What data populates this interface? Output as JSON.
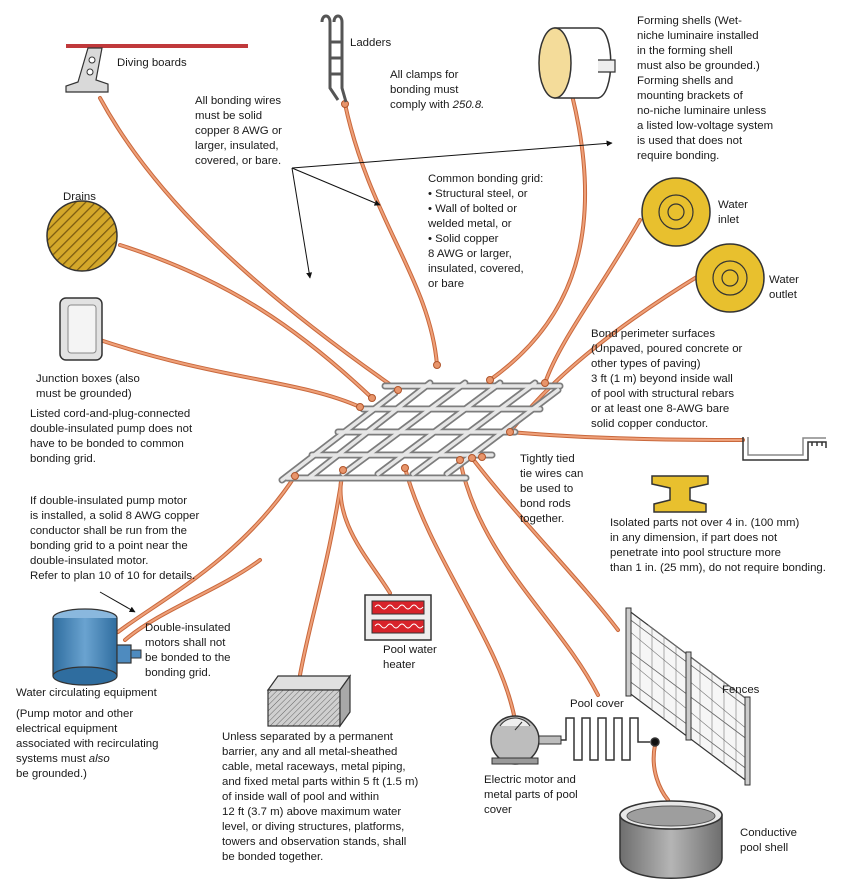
{
  "colors": {
    "wire": "#e8956b",
    "wire_stroke": "#c9683c",
    "grid_rod": "#c8c8c8",
    "diving_board": "#c0393b",
    "brass": "#e8c02e",
    "pump_blue": "#4e8bbf",
    "heater_red": "#d8232a",
    "shell_gray": "#8a8a8a"
  },
  "labels": {
    "diving_boards": "Diving boards",
    "ladders": "Ladders",
    "clamps_line1": "All clamps for\nbonding must\ncomply with ",
    "clamps_ref": "250.8.",
    "bonding_wires": "All bonding wires\nmust be solid\ncopper 8 AWG or\nlarger, insulated,\ncovered, or bare.",
    "forming_shells": "Forming shells (Wet-\nniche luminaire installed\nin the forming shell\nmust also be grounded.)\nForming shells and\nmounting brackets of\nno-niche luminaire unless\na listed low-voltage system\nis used that does not\nrequire bonding.",
    "drains": "Drains",
    "common_grid": "Common bonding grid:\n• Structural steel, or\n• Wall of bolted or\n  welded metal, or\n• Solid copper\n  8 AWG or larger,\n  insulated, covered,\n  or bare",
    "water_inlet": "Water\ninlet",
    "water_outlet": "Water\noutlet",
    "junction_boxes": "Junction boxes (also\nmust be grounded)",
    "cord_pump": "Listed cord-and-plug-connected\ndouble-insulated pump does not\nhave to be bonded to common\nbonding grid.",
    "perimeter": "Bond perimeter surfaces\n(Unpaved, poured concrete or\nother types of paving)\n 3 ft (1 m) beyond inside wall\nof pool with structural rebars\nor at least one 8-AWG bare\nsolid copper conductor.",
    "tie_wires": "Tightly tied\ntie wires can\nbe used to\nbond rods\ntogether.",
    "double_insulated_motor": "If double-insulated pump motor\nis installed, a solid 8 AWG copper\nconductor shall be run from the\nbonding grid to a point near the\ndouble-insulated motor.\nRefer to plan 10 of 10 for details.",
    "isolated_parts": "Isolated parts not over 4 in. (100 mm)\nin any dimension, if part does not\npenetrate into pool structure more\nthan 1 in. (25 mm), do not require bonding.",
    "motors_not_bonded": "Double-insulated\nmotors shall not\nbe bonded to the\nbonding grid.",
    "heater": "Pool water\nheater",
    "fences": "Fences",
    "pool_cover": "Pool cover",
    "water_circ": "Water circulating equipment",
    "pump_note_a": "(Pump motor and other\nelectrical equipment\nassociated with recirculating\nsystems must ",
    "pump_note_also": "also",
    "pump_note_b": "\nbe grounded.)",
    "metal_parts": "Unless separated by a permanent\nbarrier, any and all metal-sheathed\ncable, metal raceways, metal piping,\nand fixed metal parts within 5 ft (1.5 m)\nof inside wall of pool and within\n12 ft (3.7 m) above maximum water\nlevel, or diving structures, platforms,\ntowers and observation stands, shall\nbe bonded together.",
    "electric_motor": "Electric motor and\nmetal parts of pool\ncover",
    "conductive_shell": "Conductive\npool shell"
  }
}
